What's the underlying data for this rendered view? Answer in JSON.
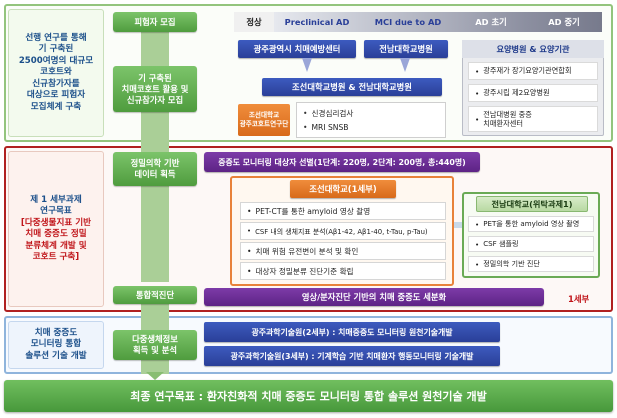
{
  "section1": {
    "left_text": "선행 연구를 통해\n기 구축된\n2500여명의 대규모\n코호트와\n신규참가자를\n대상으로 피험자\n모집체계 구축",
    "recruit_label": "피험자 모집",
    "cohort_label": "기 구축된\n치매코호트 활용 및\n신규참가자 모집",
    "headers": [
      "정상",
      "Preclinical AD",
      "MCI due to AD",
      "AD 초기",
      "AD 중기"
    ],
    "center1": "광주광역시 치매예방센터",
    "center2": "전남대학교병원",
    "combined": "조선대학교병원 & 전남대학교병원",
    "korea_group": "조선대학교\n광주코호트연구단",
    "tests": [
      "신경심리검사",
      "MRI  SNSB"
    ],
    "hospital_title": "요양병원 & 요양기관",
    "hospital_items": [
      "광주재가 장기요양기관연합회",
      "광주시립 제2요양병원",
      "전남대병원 중증\n치매환자센터"
    ]
  },
  "section2": {
    "left_line1": "제 1 세부과제",
    "left_line2": "연구목표",
    "left_red": "[다중생물지표 기반\n치매 중증도 정밀\n분류체계 개발 및\n코호트 구축]",
    "precision_label": "정밀의학 기반\n데이터 획득",
    "monitoring_bar": "중증도 모니터링 대상자 선별(1단계: 220명, 2단계: 200명, 총:440명)",
    "chosun_title": "조선대학교(1세부)",
    "chosun_items": [
      "PET-CT를 통한 amyloid 영상 촬영",
      "CSF 내의 생체지표 분석(Aβ1-42, Aβ1-40, t-Tau, p-Tau)",
      "치매 위험 유전변이 분석 및 확인",
      "대상자 정밀분류 진단기준 확립"
    ],
    "chonnam_title": "전남대학교(위탁과제1)",
    "chonnam_items": [
      "PET을 통한 amyloid 영상 촬영",
      "CSF 샘플링",
      "정밀의학 기반 진단"
    ],
    "integrated_label": "통합적진단",
    "classification_bar": "영상/분자진단 기반의 치매 중증도 세분화",
    "sub_label": "1세부"
  },
  "section3": {
    "left_text": "치매 중증도\n모니터링 통합\n솔루션 기술 개발",
    "bio_label": "다중생체정보\n획득 및 분석",
    "bar1": "광주과학기술원(2세부) : 치매중증도 모니터링 원천기술개발",
    "bar2": "광주과학기술원(3세부) : 기계학습 기반 치매환자 행동모니터링 기술개발"
  },
  "final_goal": "최종 연구목표 : 환자친화적 치매 중증도 모니터링 통합 솔루션 원천기술 개발"
}
